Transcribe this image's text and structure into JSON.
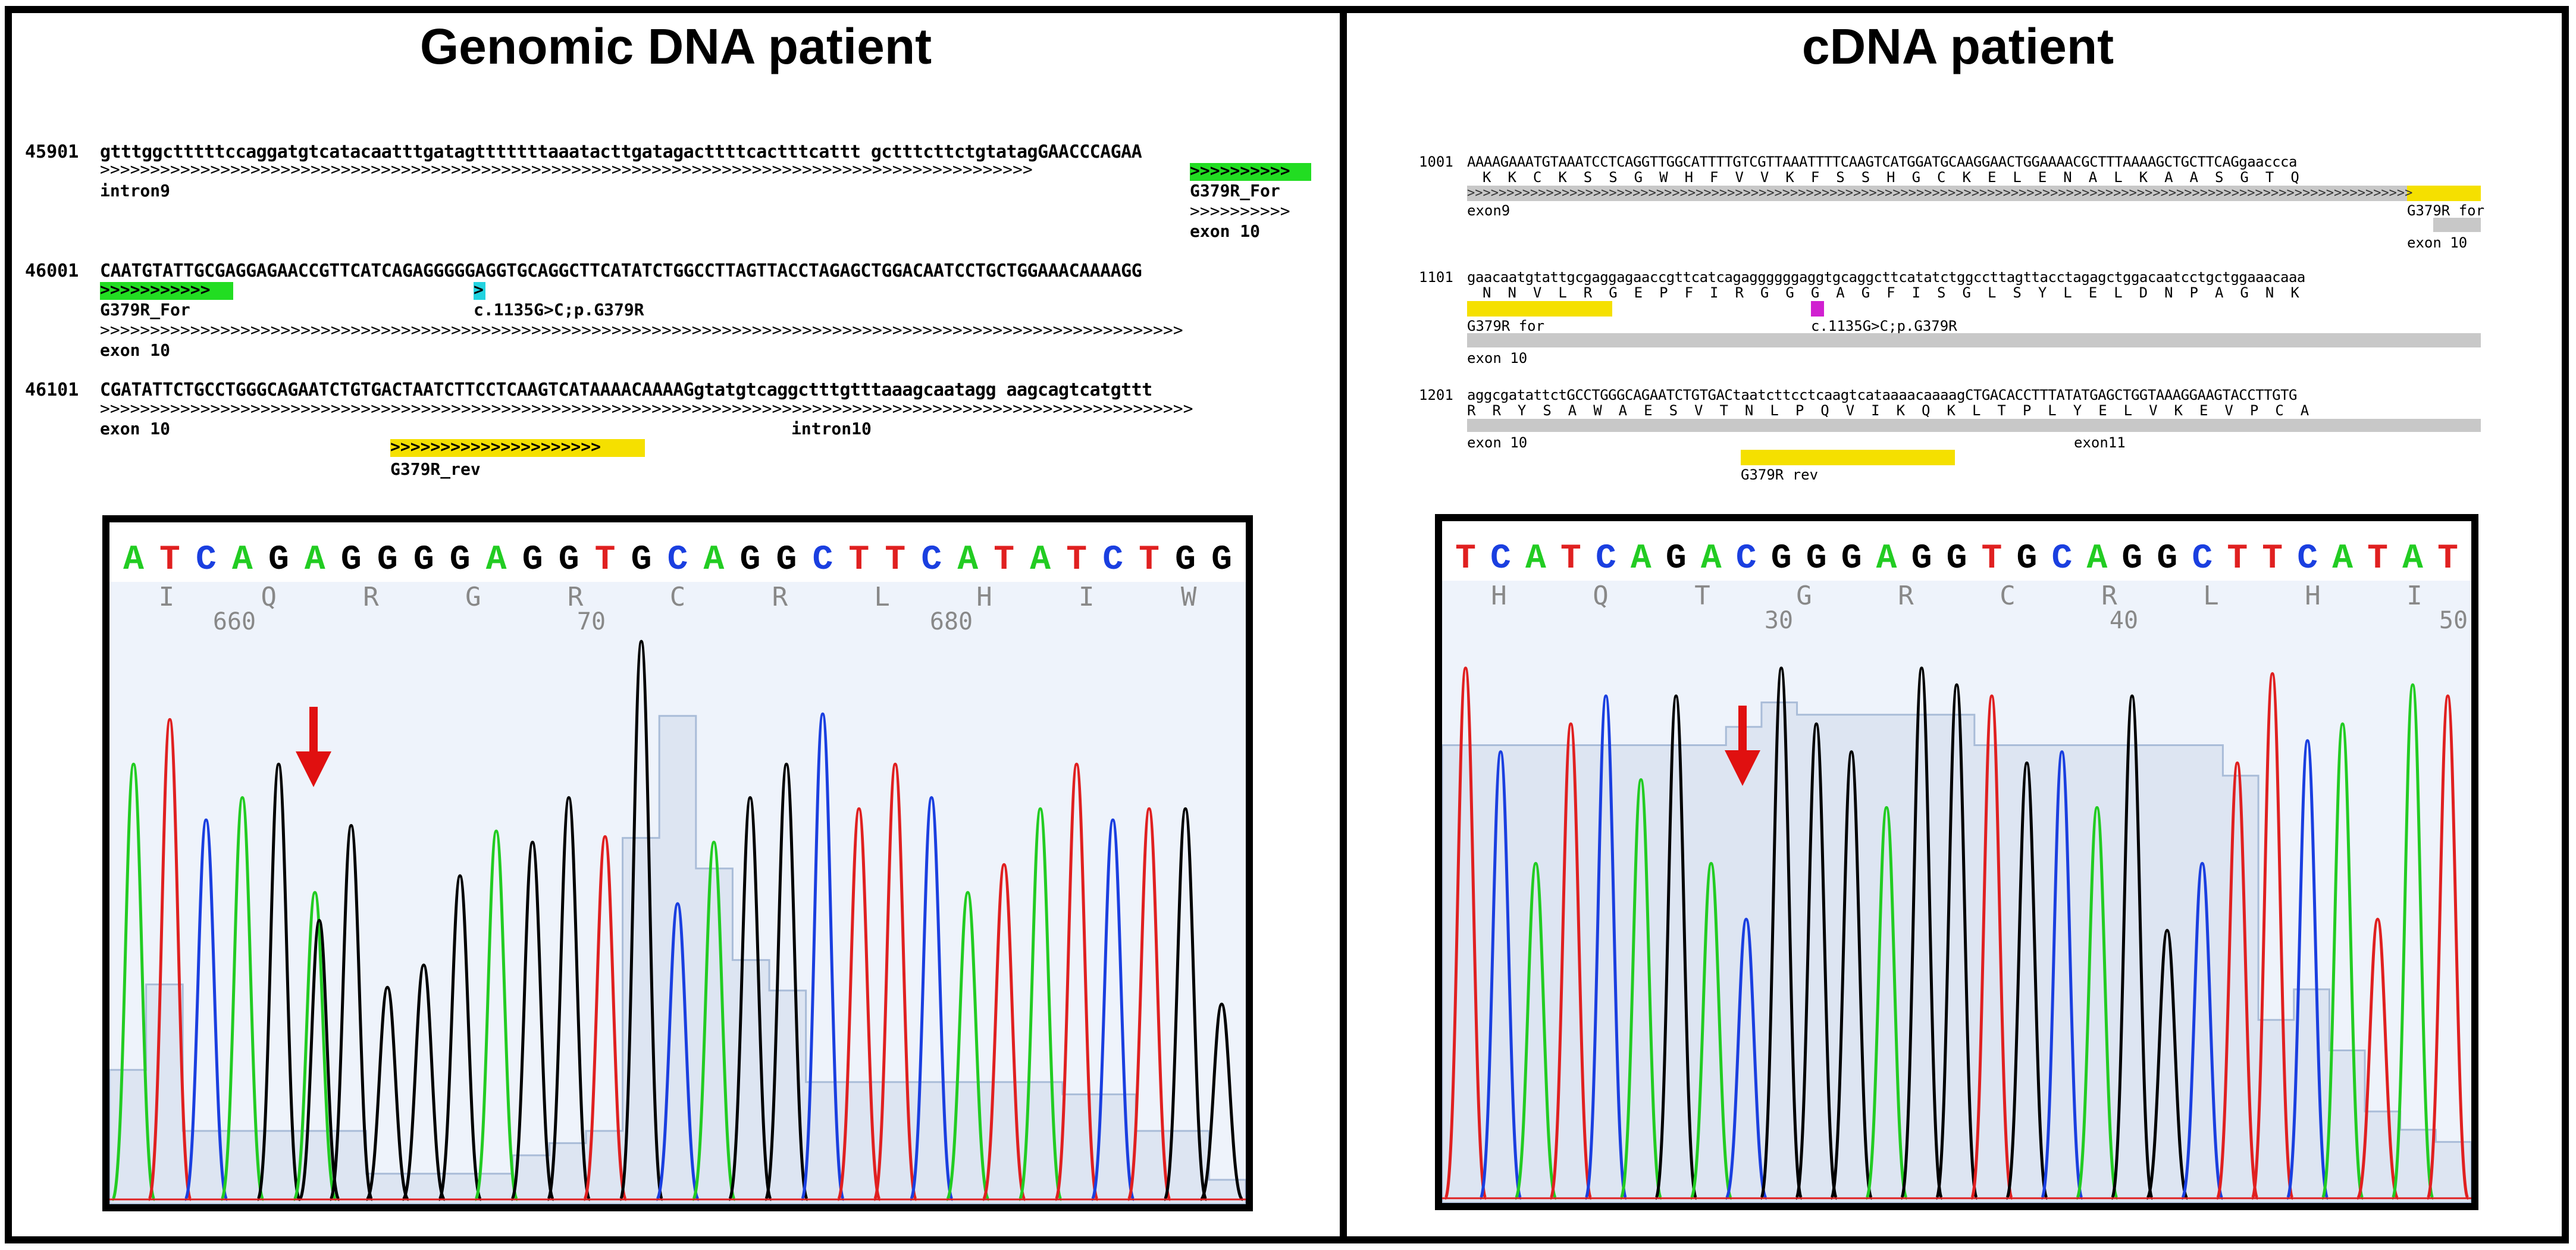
{
  "left_panel": {
    "title": "Genomic DNA  patient",
    "sequence_blocks": [
      {
        "position": "45901",
        "sequence": "gtttggctttttccaggatgtcatacaatttgatagtttttttaaatacttgatagacttttcactttcattt gctttcttctgtatagGAACCCAGAA",
        "features": [
          "intron9",
          "G379R_For",
          "exon 10"
        ]
      },
      {
        "position": "46001",
        "sequence": "CAATGTATTGCGAGGAGAACCGTTCATCAGAGGGGGAGGTGCAGGCTTCATATCTGGCCTTAGTTACCTAGAGCTGGACAATCCTGCTGGAAACAAAAGG",
        "features": [
          "G379R_For",
          "c.1135G>C;p.G379R",
          "exon 10"
        ]
      },
      {
        "position": "46101",
        "sequence": "CGATATTCTGCCTGGGCAGAATCTGTGACTAATCTTCCTCAAGTCATAAAACAAAAGgtatgtcaggctttgtttaaagcaatagg aagcagtcatgttt",
        "features": [
          "exon 10",
          "intron10",
          "G379R_rev"
        ]
      }
    ],
    "chromatogram": {
      "bases": [
        "A",
        "T",
        "C",
        "A",
        "G",
        "A",
        "G",
        "G",
        "G",
        "G",
        "A",
        "G",
        "G",
        "T",
        "G",
        "C",
        "A",
        "G",
        "G",
        "C",
        "T",
        "T",
        "C",
        "A",
        "T",
        "A",
        "T",
        "C",
        "T",
        "G",
        "G"
      ],
      "amino_acids": [
        "I",
        "Q",
        "R",
        "G",
        "R",
        "C",
        "R",
        "L",
        "H",
        "I",
        "W"
      ],
      "ruler": [
        "660",
        "70",
        "680"
      ]
    }
  },
  "right_panel": {
    "title": "cDNA  patient",
    "sequence_blocks": [
      {
        "position": "1001",
        "sequence": "AAAAGAAATGTAAATCCTCAGGTTGGCATTTTGTCGTTAAATTTTCAAGTCATGGATGCAAGGAACTGGAAAACGCTTTAAAAGCTGCTTCAGgaaccca",
        "translation": "K  K  C  K  S  S  G  W  H  F  V  V  K  F  S  S  H  G  C  K  E  L  E  N  A  L  K  A  A  S  G  T  Q",
        "features": [
          "exon9",
          "G379R_for",
          "exon 10"
        ]
      },
      {
        "position": "1101",
        "sequence": "gaacaatgtattgcgaggagaaccgttcatcagaggggggaggtgcaggcttcatatctggccttagttacctagagctggacaatcctgctggaaacaaa",
        "translation": "N  N  V  L  R  G  E  P  F  I  R  G  G  G  A  G  F  I  S  G  L  S  Y  L  E  L  D  N  P  A  G  N  K",
        "features": [
          "G379R_for",
          "c.1135G>C;p.G379R",
          "exon 10"
        ]
      },
      {
        "position": "1201",
        "sequence": "aggcgatattctGCCTGGGCAGAATCTGTGACtaatcttcctcaagtcataaaacaaaagCTGACACCTTTATATGAGCTGGTAAAGGAAGTACCTTGTG",
        "translation": "R  R  Y  S  A  W  A  E  S  V  T  N  L  P  Q  V  I  K  Q  K  L  T  P  L  Y  E  L  V  K  E  V  P  C  A",
        "features": [
          "exon 10",
          "exon11",
          "G379R rev"
        ]
      }
    ],
    "chromatogram": {
      "bases": [
        "T",
        "C",
        "A",
        "T",
        "C",
        "A",
        "G",
        "A",
        "C",
        "G",
        "G",
        "G",
        "A",
        "G",
        "G",
        "T",
        "G",
        "C",
        "A",
        "G",
        "G",
        "C",
        "T",
        "T",
        "C",
        "A",
        "T",
        "A",
        "T"
      ],
      "amino_acids": [
        "H",
        "Q",
        "T",
        "G",
        "R",
        "C",
        "R",
        "L",
        "H",
        "I"
      ],
      "ruler": [
        "30",
        "40",
        "50"
      ]
    }
  },
  "colors": {
    "A": "#22cc22",
    "C": "#1a3fe0",
    "G": "#000000",
    "T": "#e02020",
    "primer_forward": "#22dd22",
    "primer_reverse": "#f5e000",
    "mutation_left": "#22d3e0",
    "mutation_right": "#d020d0",
    "arrow": "#e01010",
    "quality_fill": "#dde5f2"
  }
}
